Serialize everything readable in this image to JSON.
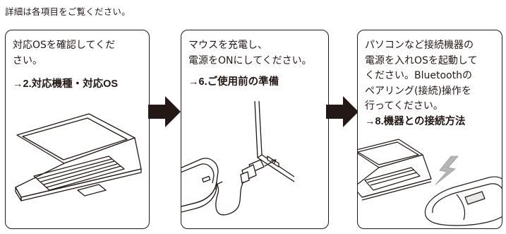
{
  "intro": "詳細は各項目をご覧ください。",
  "steps": [
    {
      "lines": [
        "対応OSを確認してくだ",
        "さい。"
      ],
      "reference": "→2.対応機種・対応OS"
    },
    {
      "lines": [
        "マウスを充電し、",
        "電源をONにしてください。"
      ],
      "reference": "→6.ご使用前の準備"
    },
    {
      "lines": [
        "パソコンなど接続機器の",
        "電源を入れOSを起動して",
        "ください。Bluetoothの",
        "ペアリング(接続)操作を",
        "行ってください。"
      ],
      "reference": "→8.機器との接続方法"
    }
  ],
  "colors": {
    "ink": "#231815",
    "arrow": "#231815",
    "lightning": "#b5b5b5"
  },
  "icons": [
    "laptop-icon",
    "mouse-icon",
    "usb-cable-icon",
    "pc-port-icon",
    "lightning-icon",
    "arrow-right-icon"
  ]
}
